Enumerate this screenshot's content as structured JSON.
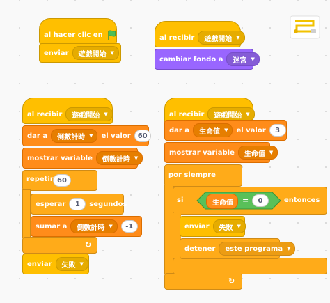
{
  "script1": {
    "hat_label": "al hacer clic en",
    "flag_icon": "green-flag-icon",
    "broadcast_label": "enviar",
    "broadcast_msg": "遊戲開始"
  },
  "script2": {
    "hat_label": "al recibir",
    "hat_msg": "遊戲開始",
    "backdrop_label": "cambiar fondo a",
    "backdrop_value": "迷宮"
  },
  "script3": {
    "hat_label": "al recibir",
    "hat_msg": "遊戲開始",
    "set_label": "dar a",
    "set_var": "倒數計時",
    "set_value_label": "el valor",
    "set_value": "60",
    "show_label": "mostrar variable",
    "show_var": "倒數計時",
    "repeat_label": "repetir",
    "repeat_count": "60",
    "wait_label": "esperar",
    "wait_value": "1",
    "wait_unit": "segundos",
    "change_label": "sumar a",
    "change_var": "倒數計時",
    "change_value": "-1",
    "broadcast_label": "enviar",
    "broadcast_msg": "失敗"
  },
  "script4": {
    "hat_label": "al recibir",
    "hat_msg": "遊戲開始",
    "set_label": "dar a",
    "set_var": "生命值",
    "set_value_label": "el valor",
    "set_value": "3",
    "show_label": "mostrar variable",
    "show_var": "生命值",
    "forever_label": "por siempre",
    "if_label": "si",
    "cond_var": "生命值",
    "cond_op": "=",
    "cond_value": "0",
    "then_label": "entonces",
    "broadcast_label": "enviar",
    "broadcast_msg": "失敗",
    "stop_label": "detener",
    "stop_option": "este programa"
  },
  "icons": {
    "dropdown": "▼",
    "loop_arrow": "↻"
  },
  "colors": {
    "events": "#ffbf00",
    "control": "#ffab19",
    "variables": "#ff8c1a",
    "looks": "#9966ff",
    "operators": "#59c059"
  }
}
